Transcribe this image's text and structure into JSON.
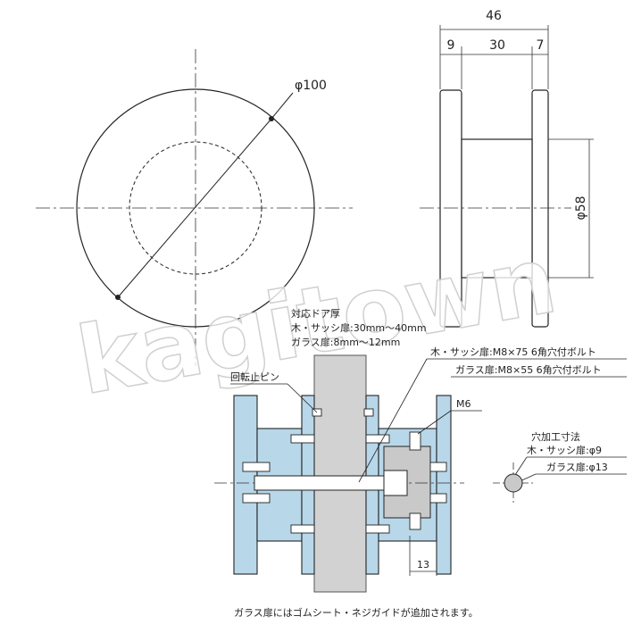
{
  "top_view": {
    "diameter_label": "φ100"
  },
  "side_view": {
    "overall_width": "46",
    "segment_left": "9",
    "segment_middle": "30",
    "segment_right": "7",
    "shaft_diameter": "φ58"
  },
  "door_thickness": {
    "title": "対応ドア厚",
    "wood_sash": "木・サッシ扉:30mm〜40mm",
    "glass": "ガラス扉:8mm〜12mm"
  },
  "bolts": {
    "wood_sash": "木・サッシ扉:M8×75 6角穴付ボルト",
    "glass": "ガラス扉:M8×55 6角穴付ボルト"
  },
  "labels": {
    "rotation_pin": "回転止ピン",
    "m6": "M6",
    "dim_13": "13"
  },
  "hole": {
    "title": "穴加工寸法",
    "wood_sash": "木・サッシ扉:φ9",
    "glass": "ガラス扉:φ13"
  },
  "footnote": "ガラス扉にはゴムシート・ネジガイドが追加されます。",
  "watermark": "kagitown",
  "colors": {
    "part_fill": "#b8d8ea",
    "body_fill": "#c9c9c9",
    "line": "#222222"
  }
}
